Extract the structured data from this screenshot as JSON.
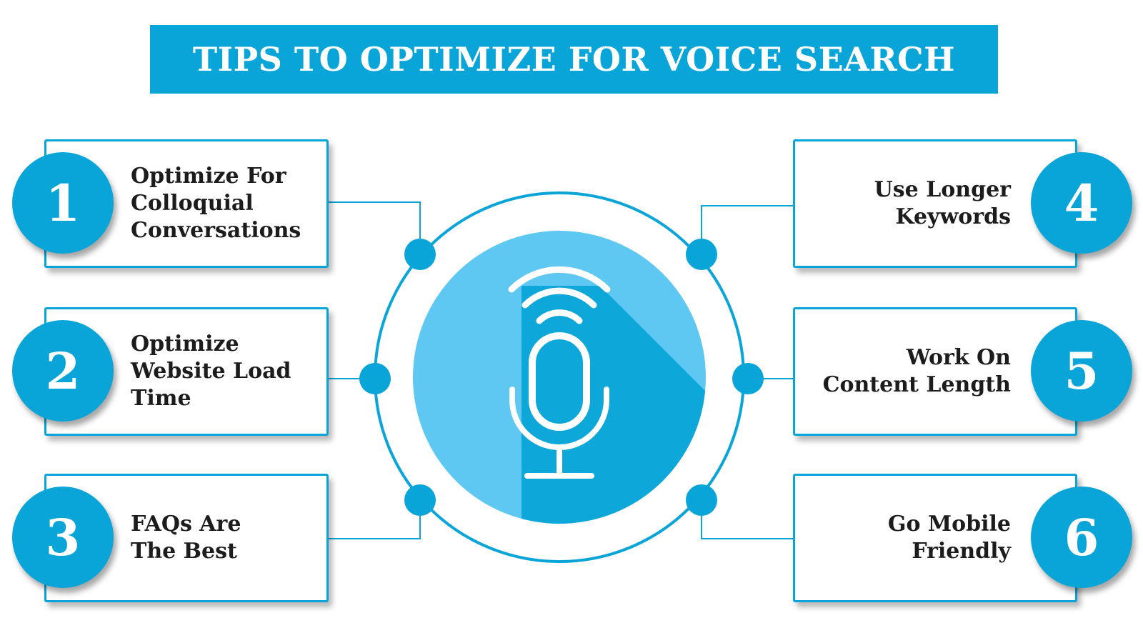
{
  "title": "TIPS TO OPTIMIZE FOR VOICE SEARCH",
  "tips": [
    {
      "number": "1",
      "text": "Optimize For\nColloquial\nConversations"
    },
    {
      "number": "2",
      "text": "Optimize\nWebsite Load\nTime"
    },
    {
      "number": "3",
      "text": "FAQs Are\nThe Best"
    },
    {
      "number": "4",
      "text": "Use Longer\nKeywords"
    },
    {
      "number": "5",
      "text": "Work On\nContent Length"
    },
    {
      "number": "6",
      "text": "Go Mobile\nFriendly"
    }
  ],
  "colors": {
    "accent": "#0aa5d8",
    "light_blue": "#5ec8f2",
    "text": "#1c1c1c"
  },
  "icons": {
    "center": "microphone-icon"
  }
}
